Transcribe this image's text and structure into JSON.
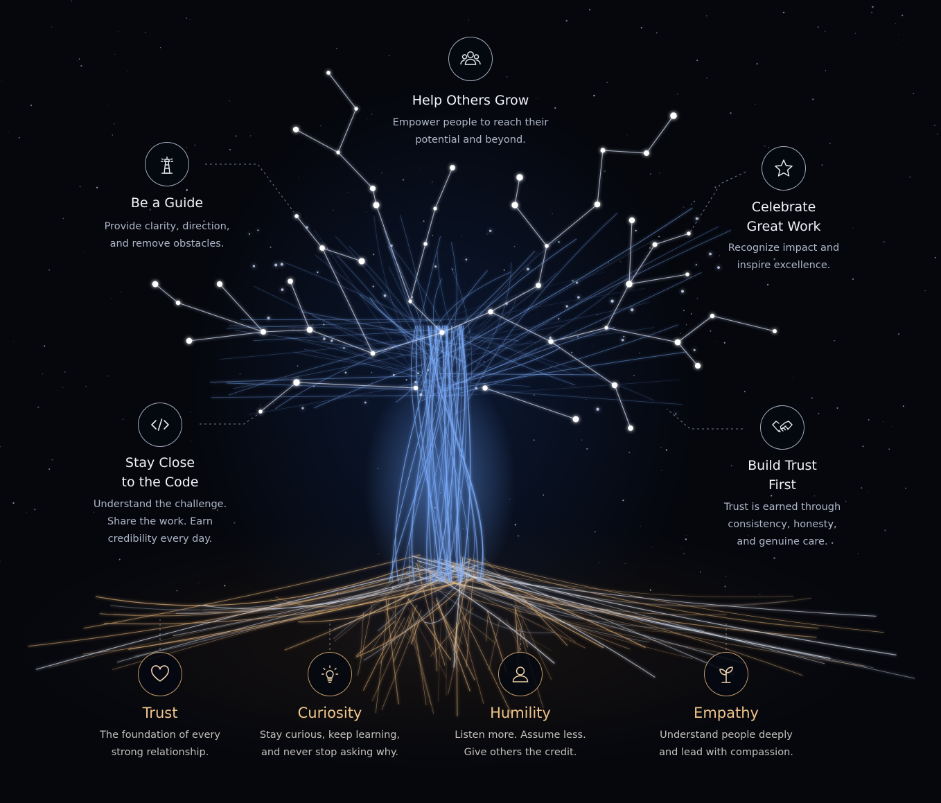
{
  "colors": {
    "background": "#05070d",
    "branch_glow": "#7fb0ff",
    "root_glow": "#e4b478",
    "title_light": "#f2f4fa",
    "title_gold": "#f0c48a",
    "description": "#aeb6c8"
  },
  "branches": [
    {
      "icon": "people-group-icon",
      "title": "Help Others Grow",
      "description": "Empower people to reach their\npotential and beyond."
    },
    {
      "icon": "lighthouse-icon",
      "title": "Be a Guide",
      "description": "Provide clarity, direction,\nand remove obstacles."
    },
    {
      "icon": "star-icon",
      "title": "Celebrate\nGreat Work",
      "description": "Recognize impact and\ninspire excellence."
    },
    {
      "icon": "code-brackets-icon",
      "title": "Stay Close\nto the Code",
      "description": "Understand the challenge.\nShare the work. Earn\ncredibility every day."
    },
    {
      "icon": "handshake-icon",
      "title": "Build Trust\nFirst",
      "description": "Trust is earned through\nconsistency, honesty,\nand genuine care."
    }
  ],
  "roots": [
    {
      "icon": "heart-icon",
      "title": "Trust",
      "description": "The foundation of every\nstrong relationship."
    },
    {
      "icon": "lightbulb-icon",
      "title": "Curiosity",
      "description": "Stay curious, keep learning,\nand never stop asking why."
    },
    {
      "icon": "person-icon",
      "title": "Humility",
      "description": "Listen more. Assume less.\nGive others the credit."
    },
    {
      "icon": "sprout-icon",
      "title": "Empathy",
      "description": "Understand people deeply\nand lead with compassion."
    }
  ]
}
